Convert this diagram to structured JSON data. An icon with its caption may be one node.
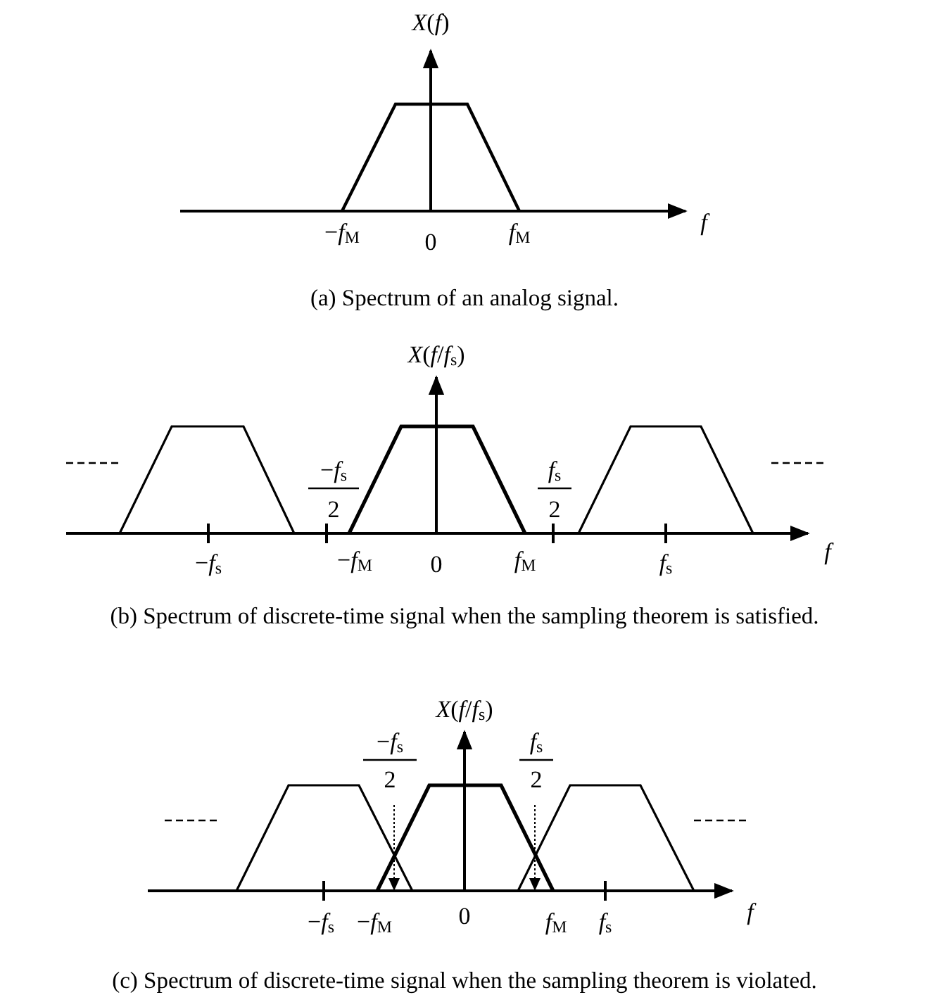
{
  "diagram": {
    "labels": [
      "*X*(*f*)",
      "−*f*$_{M}$",
      "0",
      "*f*$_{M}$",
      "f",
      "(a) Spectrum of an analog signal.",
      "*X*(*f*/*f*$_{s}$)",
      "−*f*$_{s}$",
      "2",
      "*f*$_{s}$",
      "2",
      "−*f*$_{s}$",
      "−*f*$_{M}$",
      "0",
      "*f*$_{M}$",
      "*f*$_{s}$",
      "f",
      "(b) Spectrum of discrete-time signal when the sampling theorem is satisfied.",
      "*X*(*f*/*f*$_{s}$)",
      "−*f*$_{s}$",
      "2",
      "*f*$_{s}$",
      "2",
      "−*f*$_{s}$",
      "−*f*$_{M}$",
      "0",
      "*f*$_{M}$",
      "*f*$_{s}$",
      "f",
      "(c) Spectrum of discrete-time signal when the sampling theorem is violated."
    ]
  }
}
